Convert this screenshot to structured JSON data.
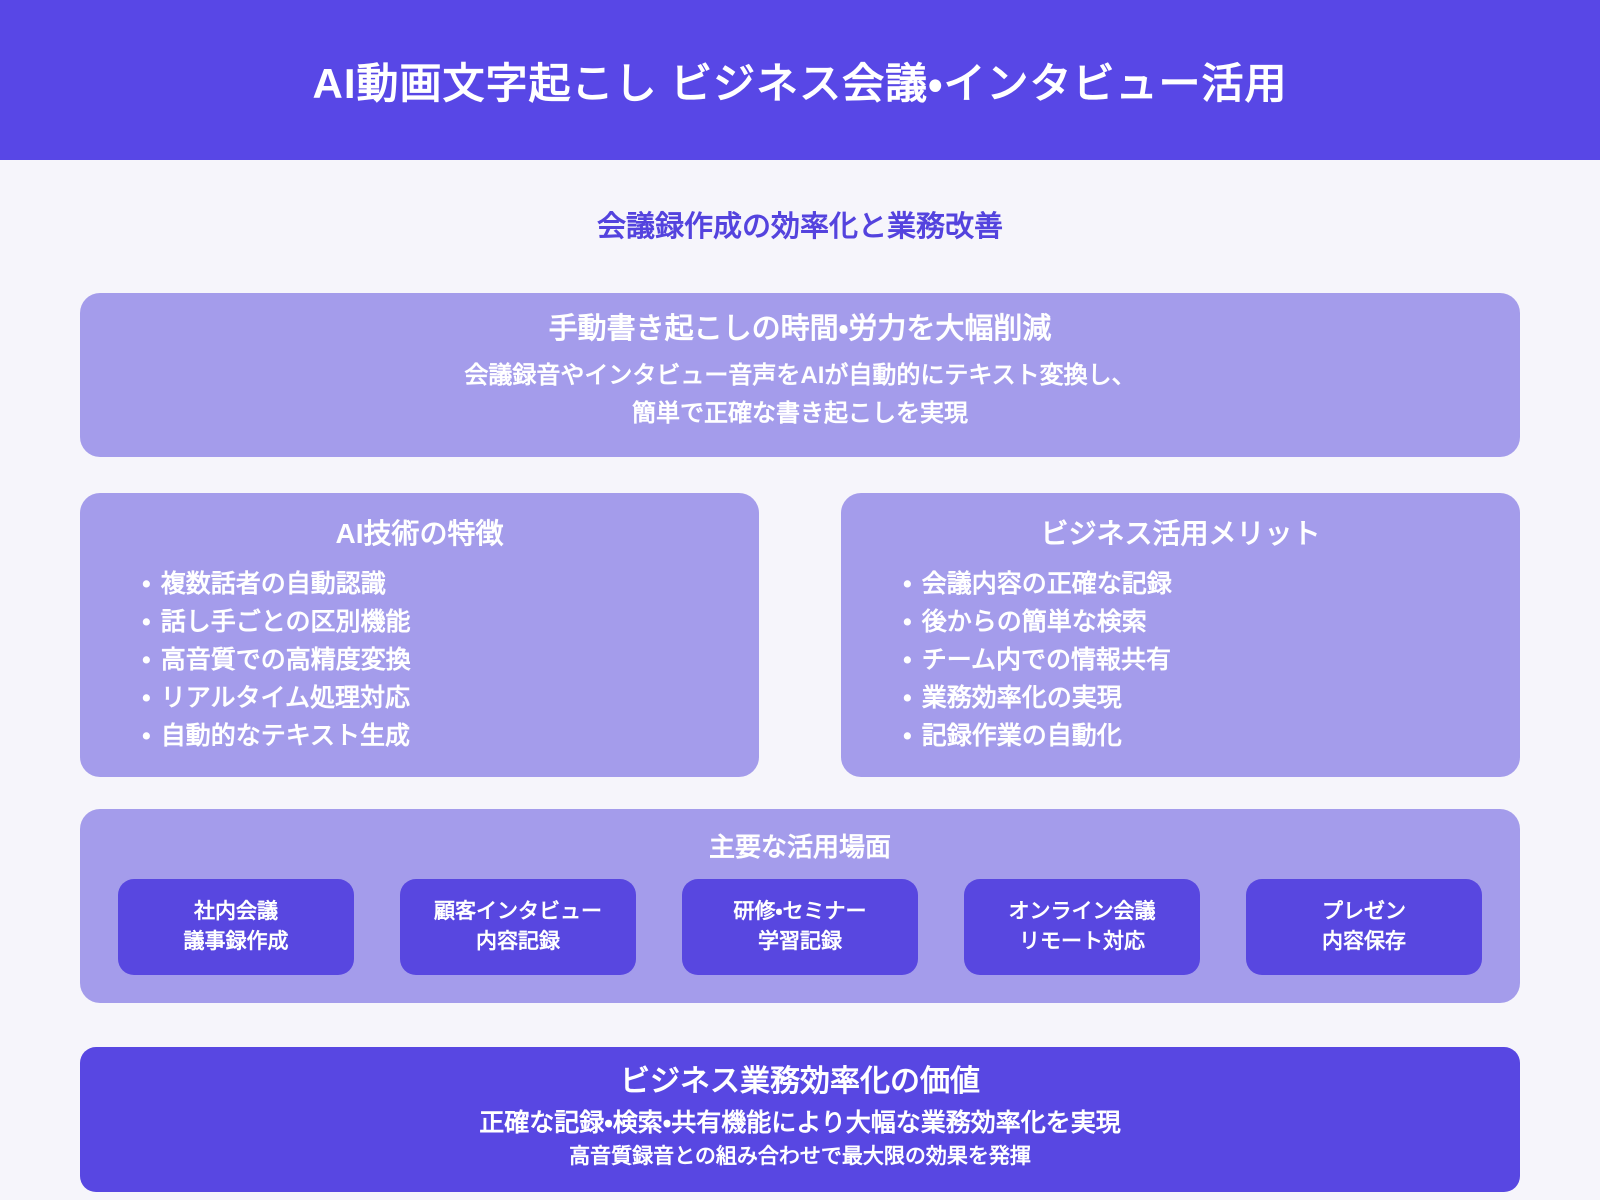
{
  "colors": {
    "accent": "#5847e6",
    "light_panel": "#a49ceb",
    "background": "#f6f5fb",
    "subtitle_text": "#5443de",
    "panel_text": "#ffffff"
  },
  "icons": {
    "bullet": "•"
  },
  "header": {
    "title": "AI動画文字起こし ビジネス会議・インタビュー活用"
  },
  "subtitle": "会議録作成の効率化と業務改善",
  "hero": {
    "title": "手動書き起こしの時間・労力を大幅削減",
    "line1": "会議録音やインタビュー音声をAIが自動的にテキスト変換し、",
    "line2": "簡単で正確な書き起こしを実現"
  },
  "features": {
    "title": "AI技術の特徴",
    "items": [
      "複数話者の自動認識",
      "話し手ごとの区別機能",
      "高音質での高精度変換",
      "リアルタイム処理対応",
      "自動的なテキスト生成"
    ]
  },
  "merits": {
    "title": "ビジネス活用メリット",
    "items": [
      "会議内容の正確な記録",
      "後からの簡単な検索",
      "チーム内での情報共有",
      "業務効率化の実現",
      "記録作業の自動化"
    ]
  },
  "usage": {
    "title": "主要な活用場面",
    "cards": [
      {
        "line1": "社内会議",
        "line2": "議事録作成"
      },
      {
        "line1": "顧客インタビュー",
        "line2": "内容記録"
      },
      {
        "line1": "研修・セミナー",
        "line2": "学習記録"
      },
      {
        "line1": "オンライン会議",
        "line2": "リモート対応"
      },
      {
        "line1": "プレゼン",
        "line2": "内容保存"
      }
    ]
  },
  "value": {
    "title": "ビジネス業務効率化の価値",
    "line1": "正確な記録・検索・共有機能により大幅な業務効率化を実現",
    "line2": "高音質録音との組み合わせで最大限の効果を発揮"
  }
}
